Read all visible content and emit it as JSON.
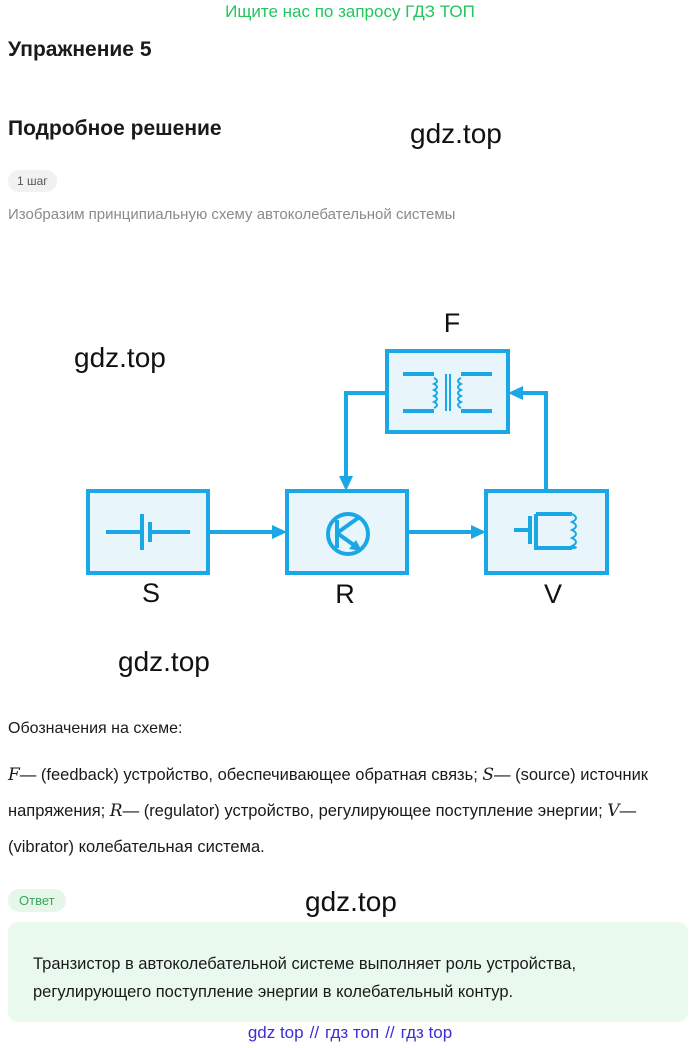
{
  "banner": "Ищите нас по запросу ГДЗ ТОП",
  "exercise_title": "Упражнение 5",
  "solution_title": "Подробное решение",
  "watermark": "gdz.top",
  "step_badge": "1 шаг",
  "step_text": "Изобразим принципиальную схему автоколебательной системы",
  "diagram": {
    "label_f": "F",
    "label_s": "S",
    "label_r": "R",
    "label_v": "V",
    "color": "#1aa7e6"
  },
  "legend": {
    "title": "Обозначения на схеме:",
    "f_sym": "F",
    "f_text": "— (feedback) устройство, обеспечивающее обратная связь; ",
    "s_sym": "S",
    "s_text": "— (source) источник напряжения; ",
    "r_sym": "R",
    "r_text": "— (regulator) устройство, регулирующее поступление энергии; ",
    "v_sym": "V",
    "v_text": "— (vibrator) колебательная система."
  },
  "answer_badge": "Ответ",
  "answer_text": "Транзистор в автоколебательной системе выполняет роль устройства, регулирующего поступление энергии в колебательный контур.",
  "footer": {
    "a": "gdz top",
    "sep1": "//",
    "b": "гдз топ",
    "sep2": "//",
    "c": "гдз top"
  }
}
